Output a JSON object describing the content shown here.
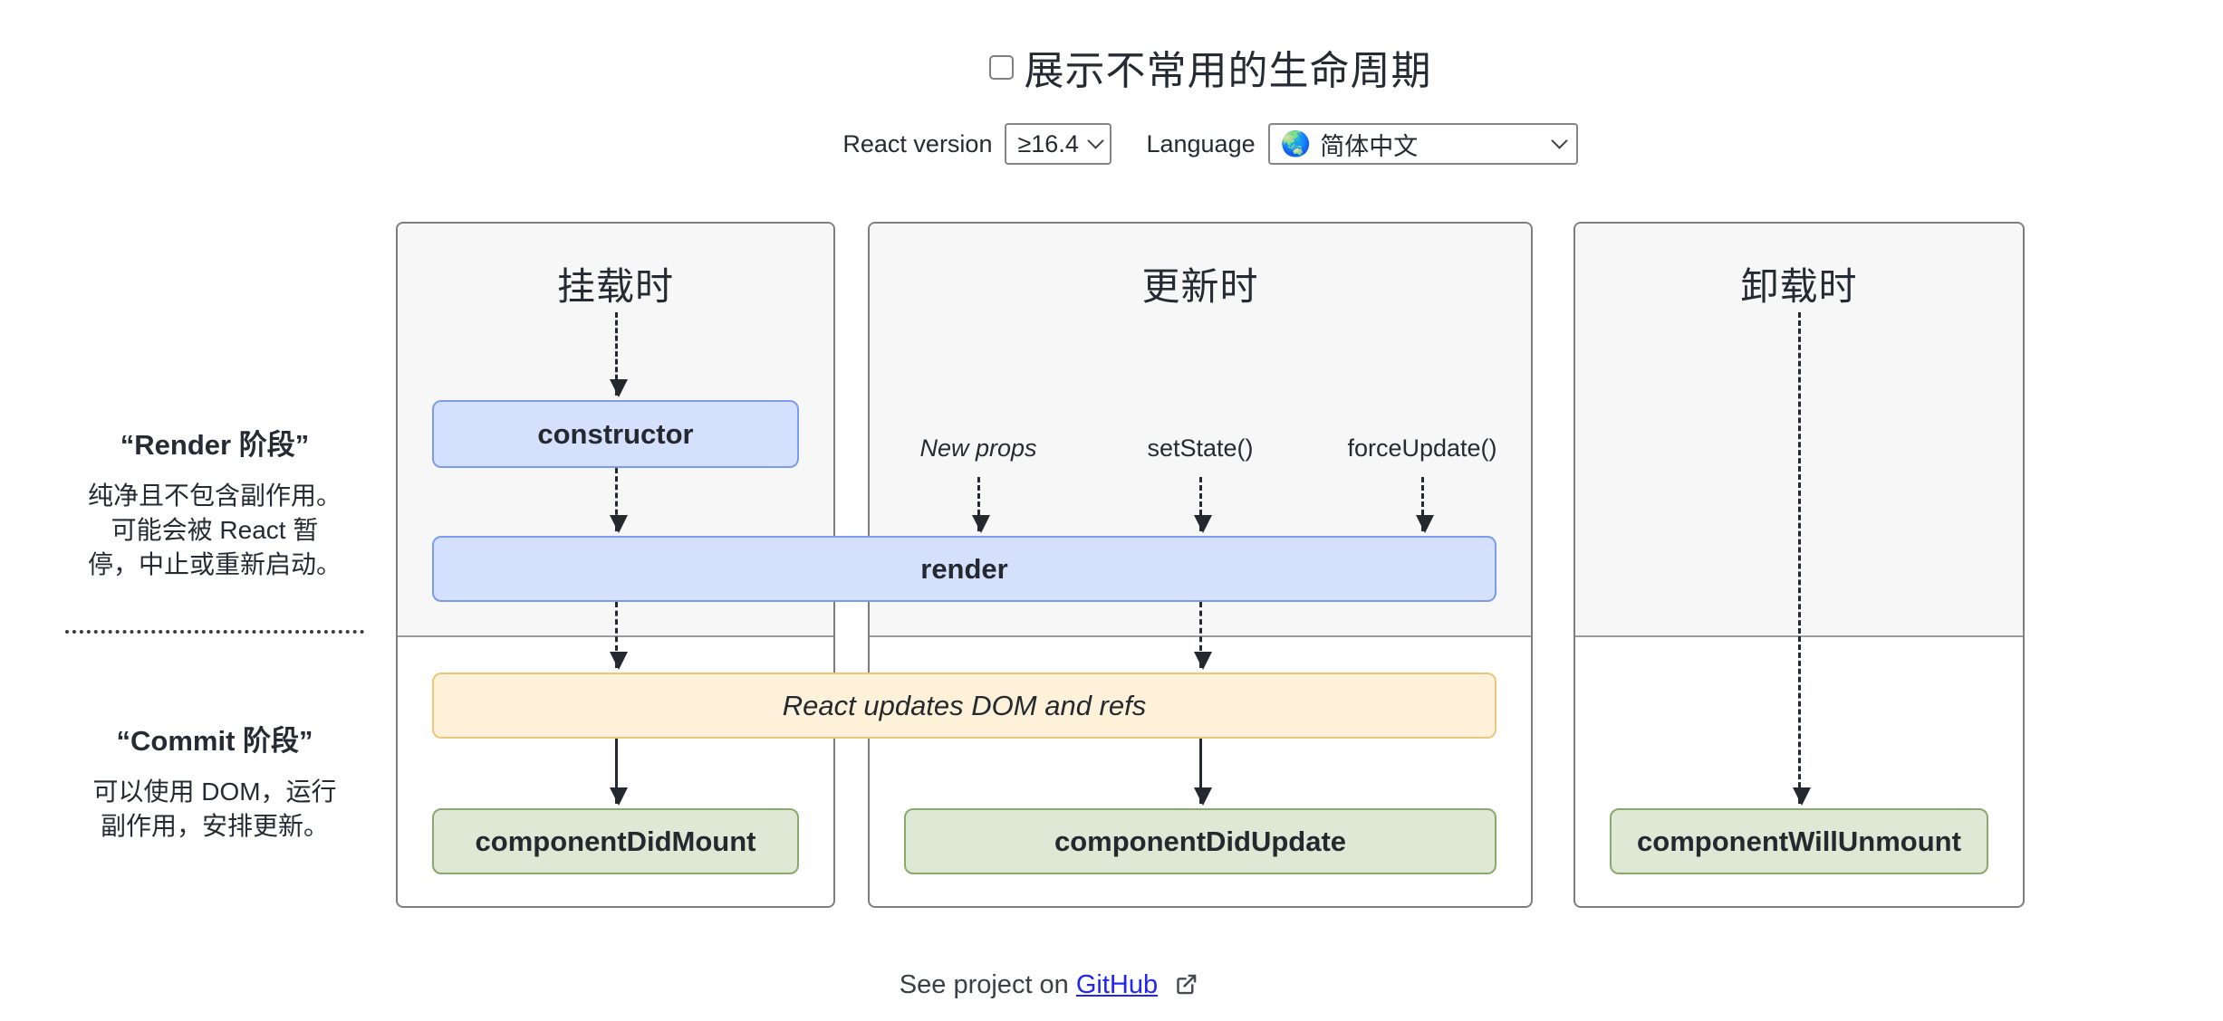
{
  "header": {
    "title": "展示不常用的生命周期",
    "react_version_label": "React version",
    "react_version_value": "≥16.4",
    "language_label": "Language",
    "language_icon": "🌏",
    "language_value": "简体中文"
  },
  "sidebar": {
    "render_phase": {
      "title": "“Render 阶段”",
      "description_lines": [
        "纯净且不包含副作用。",
        "可能会被 React 暂",
        "停，中止或重新启动。"
      ]
    },
    "commit_phase": {
      "title": "“Commit 阶段”",
      "description_lines": [
        "可以使用 DOM，运行",
        "副作用，安排更新。"
      ]
    }
  },
  "columns": [
    {
      "title": "挂载时"
    },
    {
      "title": "更新时",
      "triggers": [
        "New props",
        "setState()",
        "forceUpdate()"
      ]
    },
    {
      "title": "卸载时"
    }
  ],
  "methods": {
    "constructor": "constructor",
    "render": "render",
    "react_updates_dom": "React updates DOM and refs",
    "component_did_mount": "componentDidMount",
    "component_did_update": "componentDidUpdate",
    "component_will_unmount": "componentWillUnmount"
  },
  "footer": {
    "prefix": "See project on",
    "link_label": "GitHub"
  },
  "colors": {
    "render_phase_box_fill": "#d5e0fc",
    "render_phase_box_border": "#7b9cf0",
    "dom_update_box_fill": "#fdf2d9",
    "dom_update_box_border": "#ecc779",
    "commit_box_fill": "#dde9d4",
    "commit_box_border": "#89aa6d",
    "link_blue": "#2126f0"
  }
}
